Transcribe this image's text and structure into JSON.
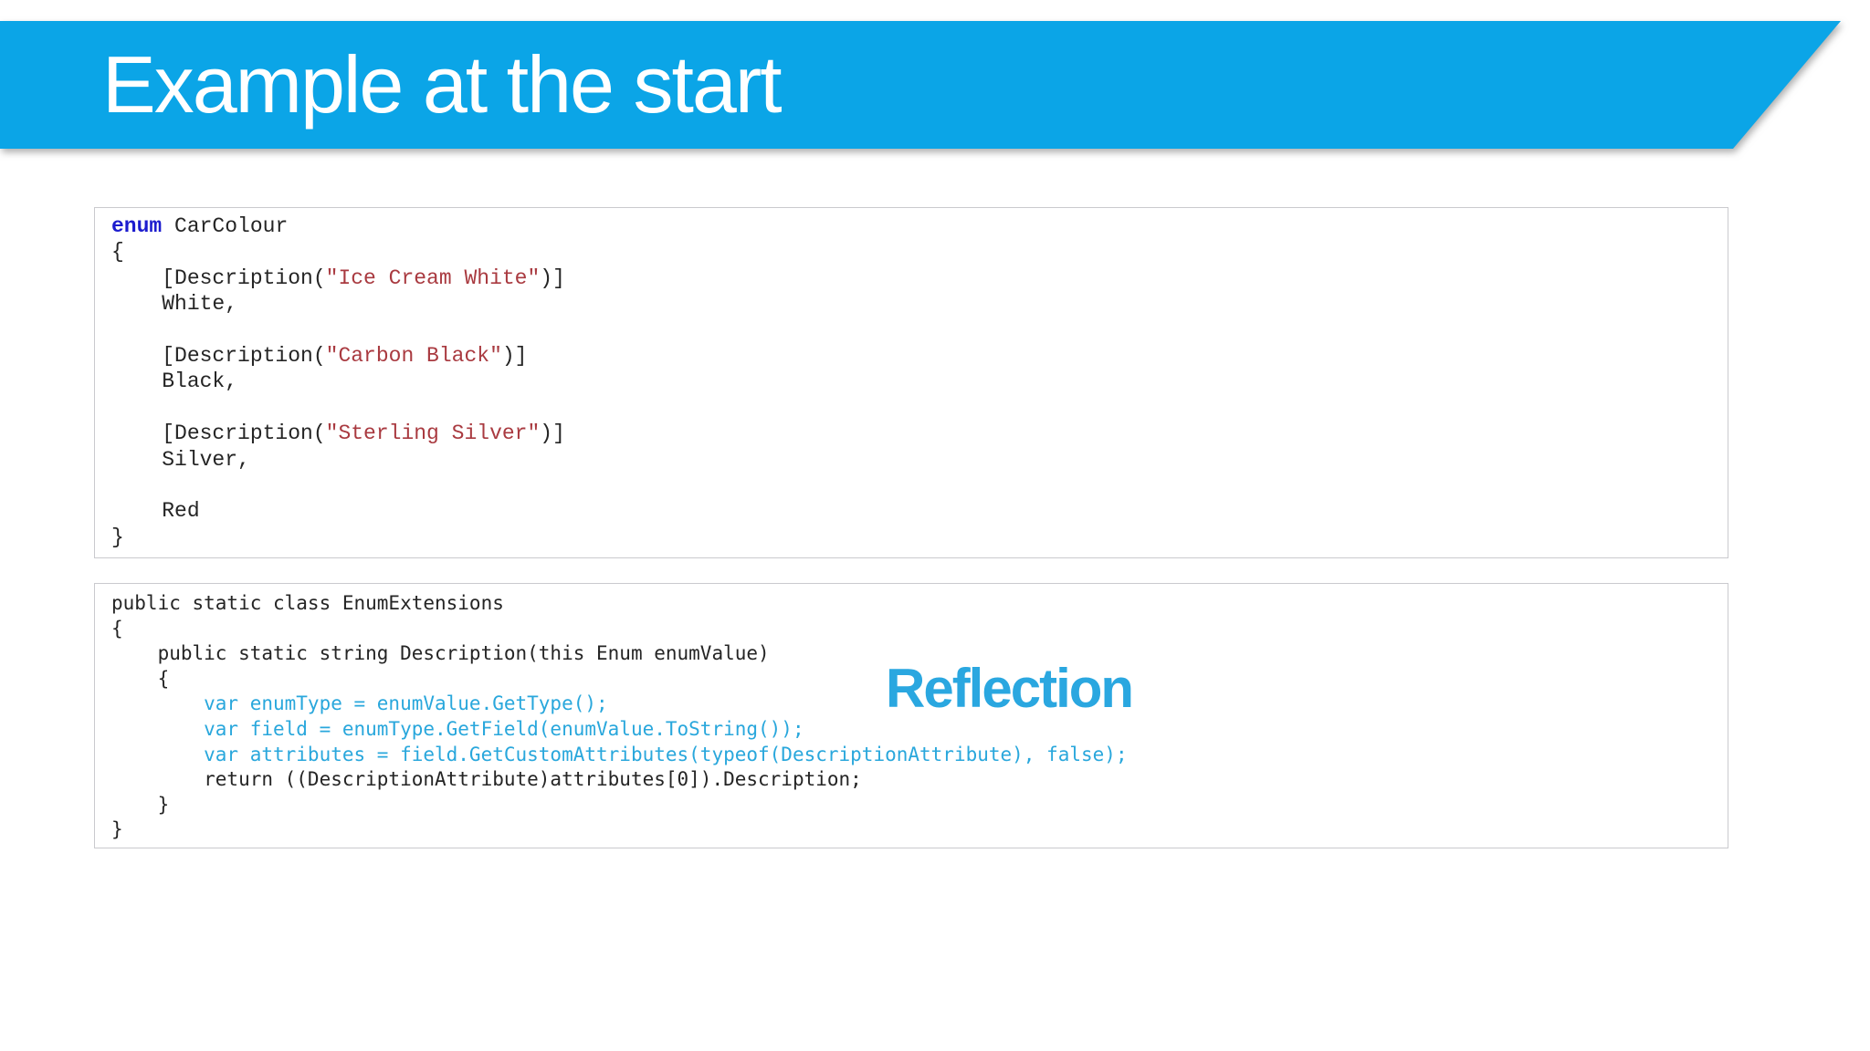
{
  "slide": {
    "title": "Example at the start"
  },
  "annotation": {
    "label": "Reflection"
  },
  "colors": {
    "banner_blue": "#0BA5E7",
    "title_text": "#FFFFFF",
    "reflection_blue": "#2AA7E0",
    "code_keyword_blue": "#1C1CCE",
    "code_string_red": "#A93A40",
    "code_plain_dark": "#252525",
    "code_accent_blue": "#29A7DC",
    "box_border_gray": "#CACACE"
  },
  "code_blocks": [
    {
      "name": "enum-carcolour",
      "lines": [
        [
          {
            "t": "enum",
            "c": "code_keyword_blue",
            "b": true
          },
          {
            "t": " CarColour",
            "c": "code_plain_dark"
          }
        ],
        [
          {
            "t": "{",
            "c": "code_plain_dark"
          }
        ],
        [
          {
            "t": "    [Description(",
            "c": "code_plain_dark"
          },
          {
            "t": "\"Ice Cream White\"",
            "c": "code_string_red"
          },
          {
            "t": ")]",
            "c": "code_plain_dark"
          }
        ],
        [
          {
            "t": "    White,",
            "c": "code_plain_dark"
          }
        ],
        [],
        [
          {
            "t": "    [Description(",
            "c": "code_plain_dark"
          },
          {
            "t": "\"Carbon Black\"",
            "c": "code_string_red"
          },
          {
            "t": ")]",
            "c": "code_plain_dark"
          }
        ],
        [
          {
            "t": "    Black,",
            "c": "code_plain_dark"
          }
        ],
        [],
        [
          {
            "t": "    [Description(",
            "c": "code_plain_dark"
          },
          {
            "t": "\"Sterling Silver\"",
            "c": "code_string_red"
          },
          {
            "t": ")]",
            "c": "code_plain_dark"
          }
        ],
        [
          {
            "t": "    Silver,",
            "c": "code_plain_dark"
          }
        ],
        [],
        [
          {
            "t": "    Red",
            "c": "code_plain_dark"
          }
        ],
        [
          {
            "t": "}",
            "c": "code_plain_dark"
          }
        ]
      ]
    },
    {
      "name": "enum-extensions",
      "lines": [
        [
          {
            "t": "public static class EnumExtensions",
            "c": "code_plain_dark"
          }
        ],
        [
          {
            "t": "{",
            "c": "code_plain_dark"
          }
        ],
        [
          {
            "t": "    public static string Description(this Enum enumValue)",
            "c": "code_plain_dark"
          }
        ],
        [
          {
            "t": "    {",
            "c": "code_plain_dark"
          }
        ],
        [
          {
            "t": "        var enumType = enumValue.GetType();",
            "c": "code_accent_blue"
          }
        ],
        [
          {
            "t": "        var field = enumType.GetField(enumValue.ToString());",
            "c": "code_accent_blue"
          }
        ],
        [
          {
            "t": "        var attributes = field.GetCustomAttributes(typeof(DescriptionAttribute), false);",
            "c": "code_accent_blue"
          }
        ],
        [
          {
            "t": "        return ((DescriptionAttribute)attributes[0]).Description;",
            "c": "code_plain_dark"
          }
        ],
        [
          {
            "t": "    }",
            "c": "code_plain_dark"
          }
        ],
        [
          {
            "t": "}",
            "c": "code_plain_dark"
          }
        ]
      ]
    }
  ]
}
